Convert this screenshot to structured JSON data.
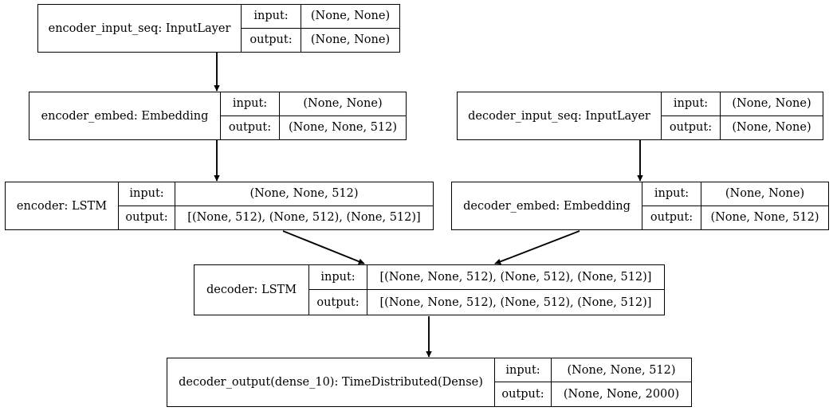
{
  "diagram": {
    "title": "Keras model architecture graph",
    "type": "model-plot",
    "background_color": "#ffffff",
    "line_color": "#000000",
    "text_color": "#000000",
    "io_keys": {
      "input": "input:",
      "output": "output:"
    },
    "nodes": [
      {
        "id": "encoder_input_seq",
        "name": "encoder_input_seq: InputLayer",
        "input": "(None, None)",
        "output": "(None, None)"
      },
      {
        "id": "encoder_embed",
        "name": "encoder_embed: Embedding",
        "input": "(None, None)",
        "output": "(None, None, 512)"
      },
      {
        "id": "encoder_lstm",
        "name": "encoder: LSTM",
        "input": "(None, None, 512)",
        "output": "[(None, 512), (None, 512), (None, 512)]"
      },
      {
        "id": "decoder_input_seq",
        "name": "decoder_input_seq: InputLayer",
        "input": "(None, None)",
        "output": "(None, None)"
      },
      {
        "id": "decoder_embed",
        "name": "decoder_embed: Embedding",
        "input": "(None, None)",
        "output": "(None, None, 512)"
      },
      {
        "id": "decoder_lstm",
        "name": "decoder: LSTM",
        "input": "[(None, None, 512), (None, 512), (None, 512)]",
        "output": "[(None, None, 512), (None, 512), (None, 512)]"
      },
      {
        "id": "decoder_output",
        "name": "decoder_output(dense_10): TimeDistributed(Dense)",
        "input": "(None, None, 512)",
        "output": "(None, None, 2000)"
      }
    ],
    "edges": [
      {
        "from": "encoder_input_seq",
        "to": "encoder_embed"
      },
      {
        "from": "encoder_embed",
        "to": "encoder_lstm"
      },
      {
        "from": "encoder_lstm",
        "to": "decoder_lstm"
      },
      {
        "from": "decoder_input_seq",
        "to": "decoder_embed"
      },
      {
        "from": "decoder_embed",
        "to": "decoder_lstm"
      },
      {
        "from": "decoder_lstm",
        "to": "decoder_output"
      }
    ]
  }
}
